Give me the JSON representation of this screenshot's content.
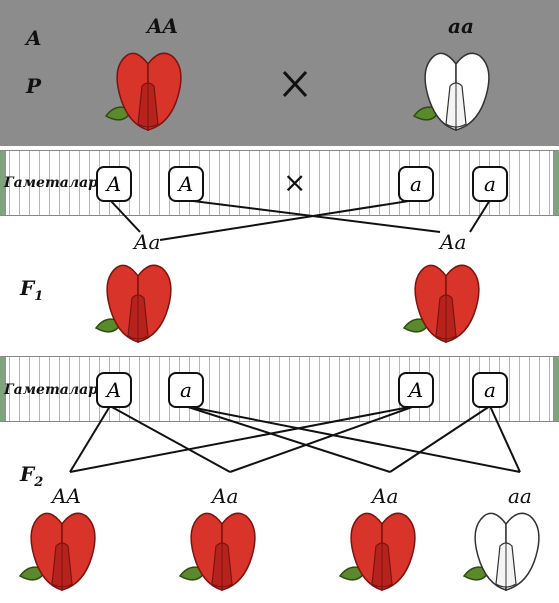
{
  "p_row": {
    "generation_label": "P",
    "top_letter": "A",
    "left_genotype": "AA",
    "right_genotype": "aa",
    "cross_symbol": "×"
  },
  "gametes_1": {
    "label": "Гаметалар",
    "cross_symbol": "×",
    "alleles": [
      "A",
      "A",
      "a",
      "a"
    ]
  },
  "f1_row": {
    "generation_label": "F1",
    "genotypes": [
      "Aa",
      "Aa"
    ]
  },
  "gametes_2": {
    "label": "Гаметалар",
    "alleles": [
      "A",
      "a",
      "A",
      "a"
    ]
  },
  "f2_row": {
    "generation_label": "F2",
    "genotypes": [
      "AA",
      "Aa",
      "Aa",
      "aa"
    ]
  },
  "colors": {
    "red_flower": "#d8342a",
    "white_flower": "#ffffff",
    "leaf": "#5a8a2c"
  }
}
